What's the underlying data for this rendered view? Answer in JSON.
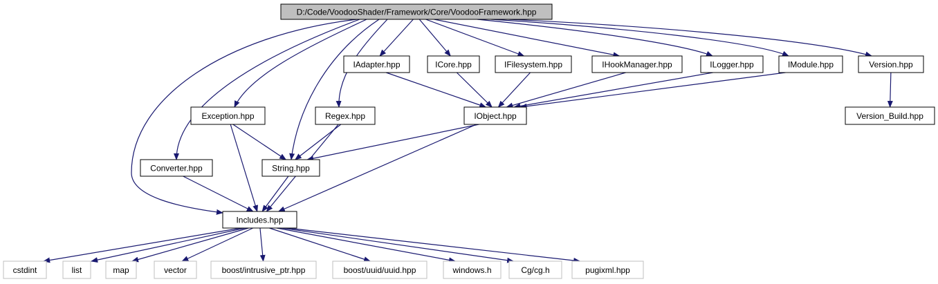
{
  "diagram": {
    "colors": {
      "edge": "#191970",
      "node_border": "#000000",
      "root_fill": "#bfbfbf",
      "node_fill": "#ffffff",
      "external_border": "#bfbfbf",
      "external_text": "#000000"
    },
    "nodes": [
      {
        "id": "root",
        "label": "D:/Code/VoodooShader/Framework/Core/VoodooFramework.hpp",
        "kind": "root"
      },
      {
        "id": "iadapter",
        "label": "IAdapter.hpp",
        "kind": "file"
      },
      {
        "id": "icore",
        "label": "ICore.hpp",
        "kind": "file"
      },
      {
        "id": "ifilesystem",
        "label": "IFilesystem.hpp",
        "kind": "file"
      },
      {
        "id": "ihookmanager",
        "label": "IHookManager.hpp",
        "kind": "file"
      },
      {
        "id": "ilogger",
        "label": "ILogger.hpp",
        "kind": "file"
      },
      {
        "id": "imodule",
        "label": "IModule.hpp",
        "kind": "file"
      },
      {
        "id": "version",
        "label": "Version.hpp",
        "kind": "file"
      },
      {
        "id": "exception",
        "label": "Exception.hpp",
        "kind": "file"
      },
      {
        "id": "regex",
        "label": "Regex.hpp",
        "kind": "file"
      },
      {
        "id": "iobject",
        "label": "IObject.hpp",
        "kind": "file"
      },
      {
        "id": "versionbuild",
        "label": "Version_Build.hpp",
        "kind": "file"
      },
      {
        "id": "converter",
        "label": "Converter.hpp",
        "kind": "file"
      },
      {
        "id": "string",
        "label": "String.hpp",
        "kind": "file"
      },
      {
        "id": "includes",
        "label": "Includes.hpp",
        "kind": "file"
      },
      {
        "id": "cstdint",
        "label": "cstdint",
        "kind": "external"
      },
      {
        "id": "list",
        "label": "list",
        "kind": "external"
      },
      {
        "id": "map",
        "label": "map",
        "kind": "external"
      },
      {
        "id": "vector",
        "label": "vector",
        "kind": "external"
      },
      {
        "id": "intrusive",
        "label": "boost/intrusive_ptr.hpp",
        "kind": "external"
      },
      {
        "id": "uuid",
        "label": "boost/uuid/uuid.hpp",
        "kind": "external"
      },
      {
        "id": "windows",
        "label": "windows.h",
        "kind": "external"
      },
      {
        "id": "cg",
        "label": "Cg/cg.h",
        "kind": "external"
      },
      {
        "id": "pugixml",
        "label": "pugixml.hpp",
        "kind": "external"
      }
    ],
    "edges": [
      {
        "from": "root",
        "to": "iadapter"
      },
      {
        "from": "root",
        "to": "icore"
      },
      {
        "from": "root",
        "to": "ifilesystem"
      },
      {
        "from": "root",
        "to": "ihookmanager"
      },
      {
        "from": "root",
        "to": "ilogger"
      },
      {
        "from": "root",
        "to": "imodule"
      },
      {
        "from": "root",
        "to": "version"
      },
      {
        "from": "root",
        "to": "exception"
      },
      {
        "from": "root",
        "to": "regex"
      },
      {
        "from": "root",
        "to": "converter"
      },
      {
        "from": "root",
        "to": "string"
      },
      {
        "from": "root",
        "to": "includes"
      },
      {
        "from": "iadapter",
        "to": "iobject"
      },
      {
        "from": "icore",
        "to": "iobject"
      },
      {
        "from": "ifilesystem",
        "to": "iobject"
      },
      {
        "from": "ihookmanager",
        "to": "iobject"
      },
      {
        "from": "ilogger",
        "to": "iobject"
      },
      {
        "from": "imodule",
        "to": "iobject"
      },
      {
        "from": "version",
        "to": "versionbuild"
      },
      {
        "from": "exception",
        "to": "string"
      },
      {
        "from": "exception",
        "to": "includes"
      },
      {
        "from": "regex",
        "to": "string"
      },
      {
        "from": "regex",
        "to": "includes"
      },
      {
        "from": "iobject",
        "to": "string"
      },
      {
        "from": "iobject",
        "to": "includes"
      },
      {
        "from": "converter",
        "to": "includes"
      },
      {
        "from": "string",
        "to": "includes"
      },
      {
        "from": "includes",
        "to": "cstdint"
      },
      {
        "from": "includes",
        "to": "list"
      },
      {
        "from": "includes",
        "to": "map"
      },
      {
        "from": "includes",
        "to": "vector"
      },
      {
        "from": "includes",
        "to": "intrusive"
      },
      {
        "from": "includes",
        "to": "uuid"
      },
      {
        "from": "includes",
        "to": "windows"
      },
      {
        "from": "includes",
        "to": "cg"
      },
      {
        "from": "includes",
        "to": "pugixml"
      }
    ]
  }
}
